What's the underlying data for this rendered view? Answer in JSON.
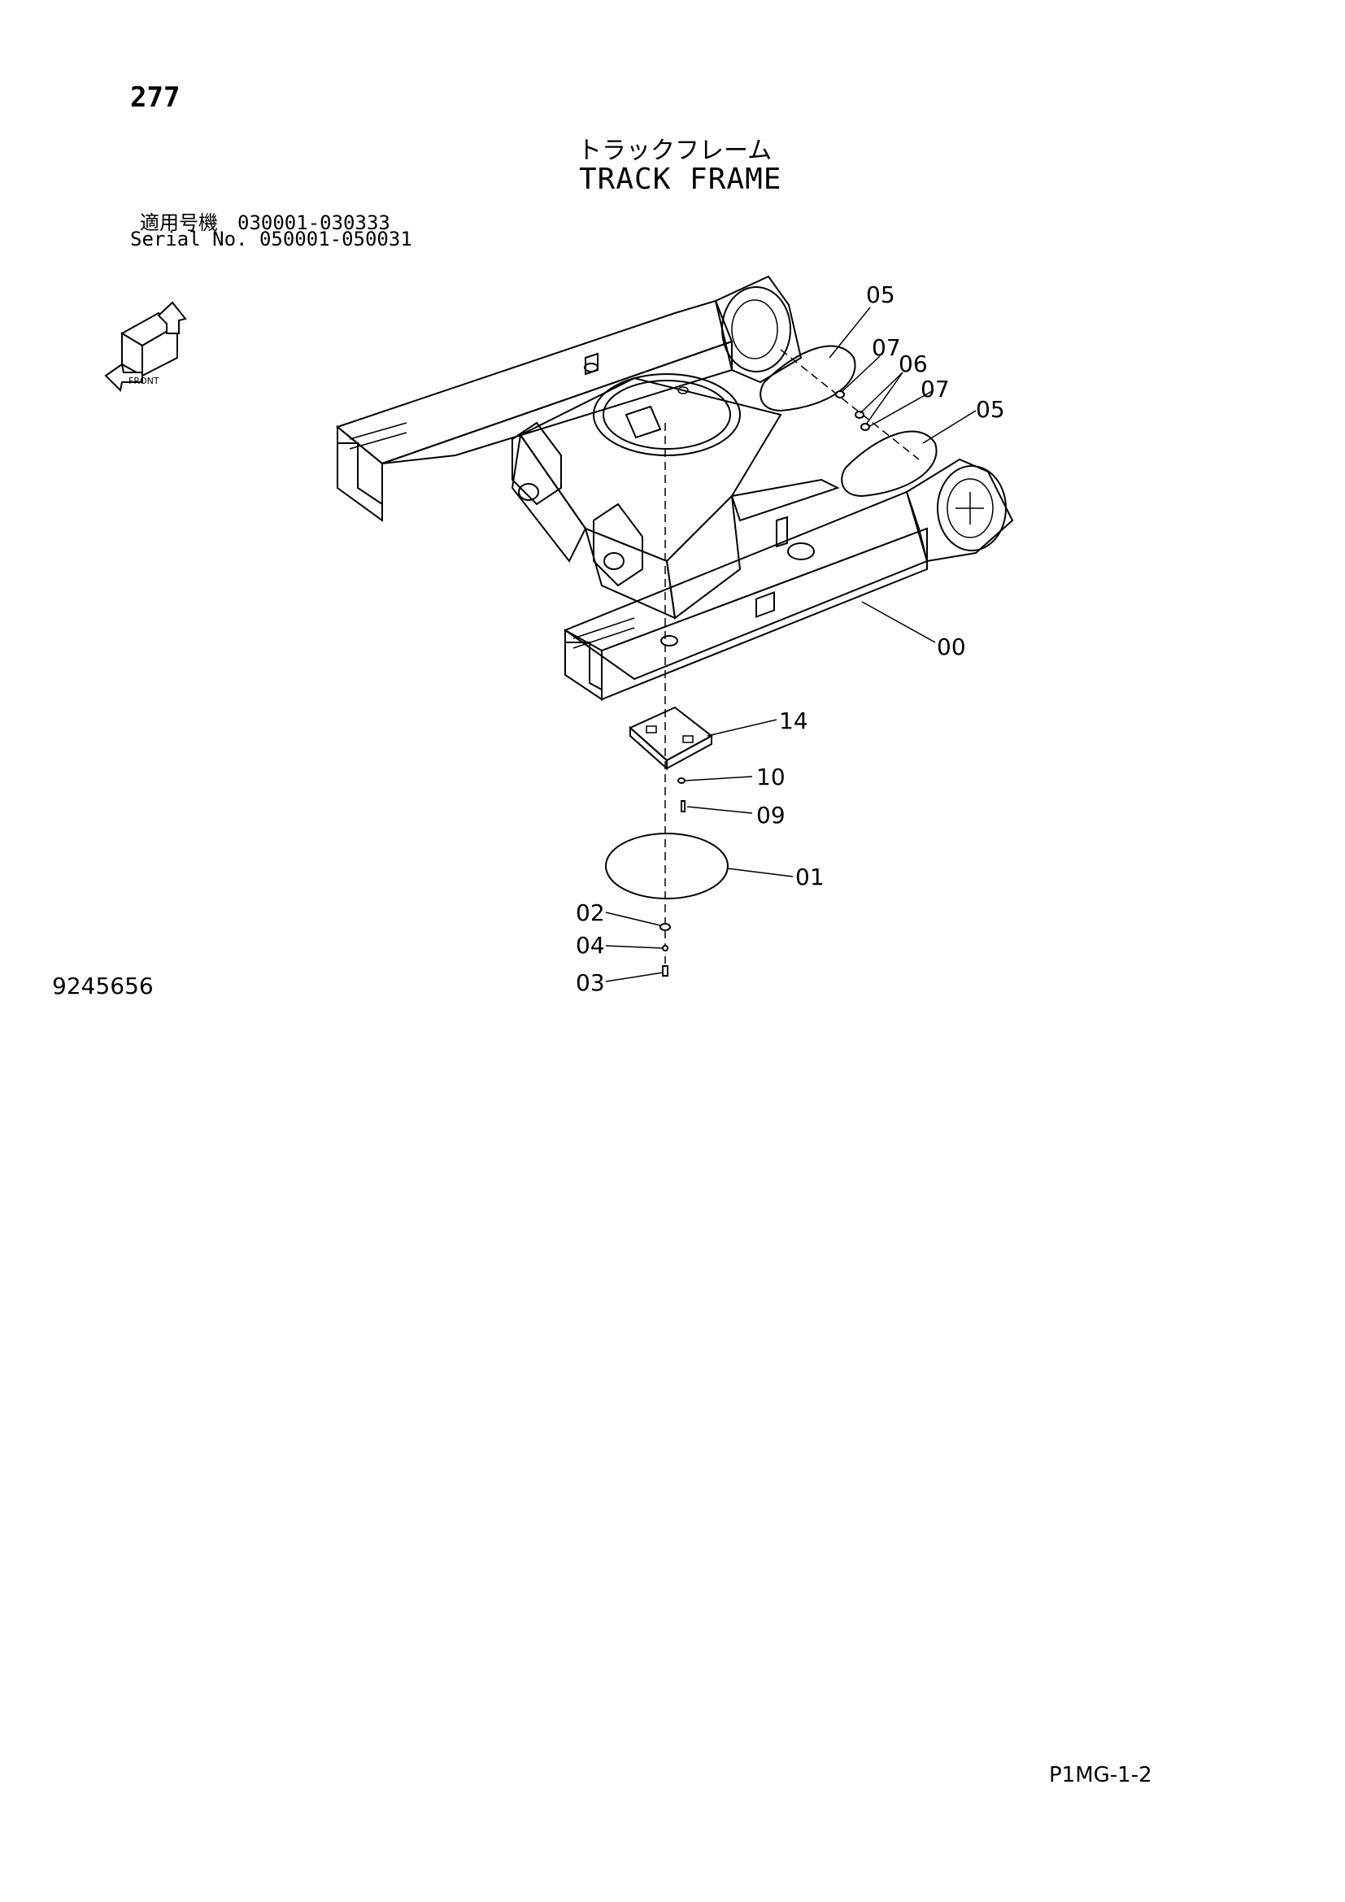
{
  "page": {
    "number": "277",
    "title_jp": "トラックフレーム",
    "title_en": "TRACK FRAME",
    "serial_jp": "適用号機　030001-030333",
    "serial_en": "Serial No. 050001-050031",
    "drawing_number": "9245656",
    "page_code": "P1MG-1-2"
  },
  "callouts": {
    "c05a": "05",
    "c07a": "07",
    "c06": "06",
    "c07b": "07",
    "c05b": "05",
    "c00": "00",
    "c14": "14",
    "c10": "10",
    "c09": "09",
    "c01": "01",
    "c02": "02",
    "c04": "04",
    "c03": "03"
  },
  "front_icon": {
    "label": "FRONT"
  }
}
